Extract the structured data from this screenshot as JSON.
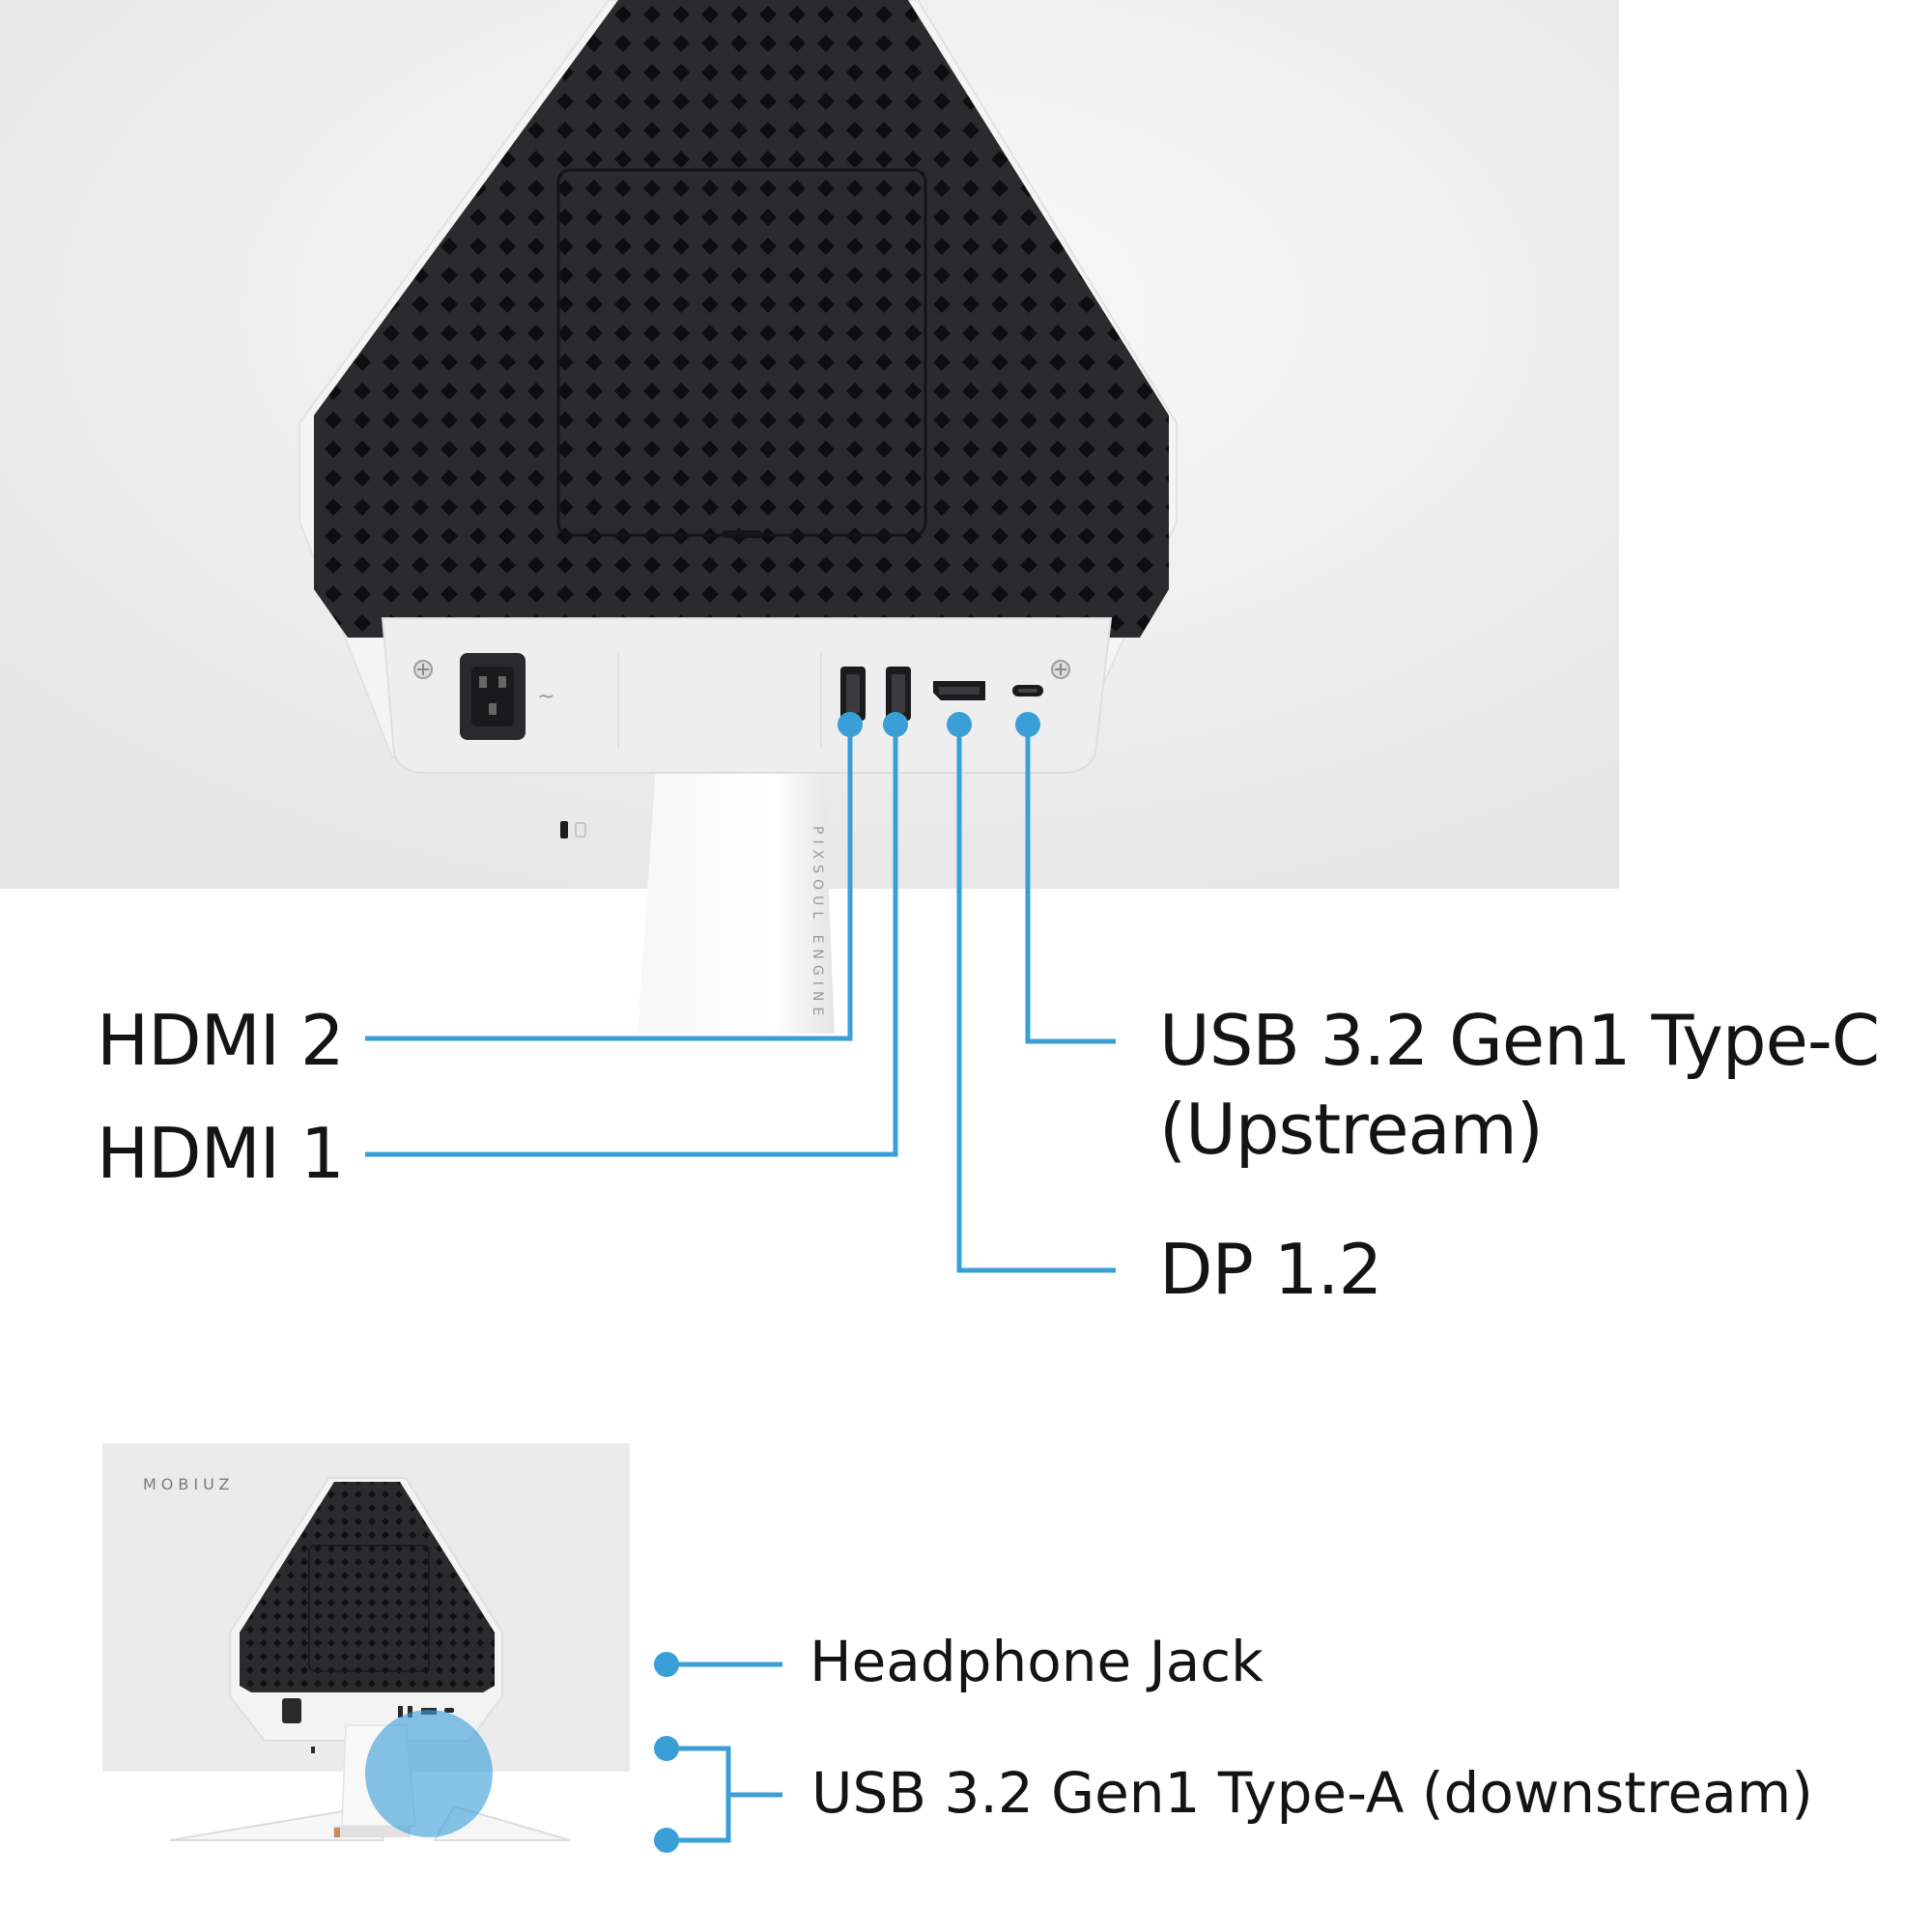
{
  "colors": {
    "accent": "#3a9fd6",
    "vent": "#2b2b2e",
    "bezel": "#f3f3f3",
    "panel_bg": "#ececec"
  },
  "callouts": {
    "hdmi2": "HDMI 2",
    "hdmi1": "HDMI 1",
    "usb_c": "USB 3.2 Gen1 Type-C",
    "usb_c_sub": "(Upstream)",
    "dp": "DP 1.2",
    "headphone": "Headphone Jack",
    "usb_a": "USB 3.2 Gen1 Type-A (downstream)"
  },
  "product": {
    "brand": "MOBIUZ",
    "stand_print": "PIXSOUL ENGINE"
  },
  "icons": {
    "power": "power-socket-icon",
    "ac": "ac-symbol-icon",
    "lock": "kensington-lock-icon",
    "hdmi": "hdmi-port-icon",
    "dp": "displayport-icon",
    "usbc": "usb-c-port-icon",
    "screw": "screw-icon",
    "highlight": "highlight-circle-icon"
  }
}
